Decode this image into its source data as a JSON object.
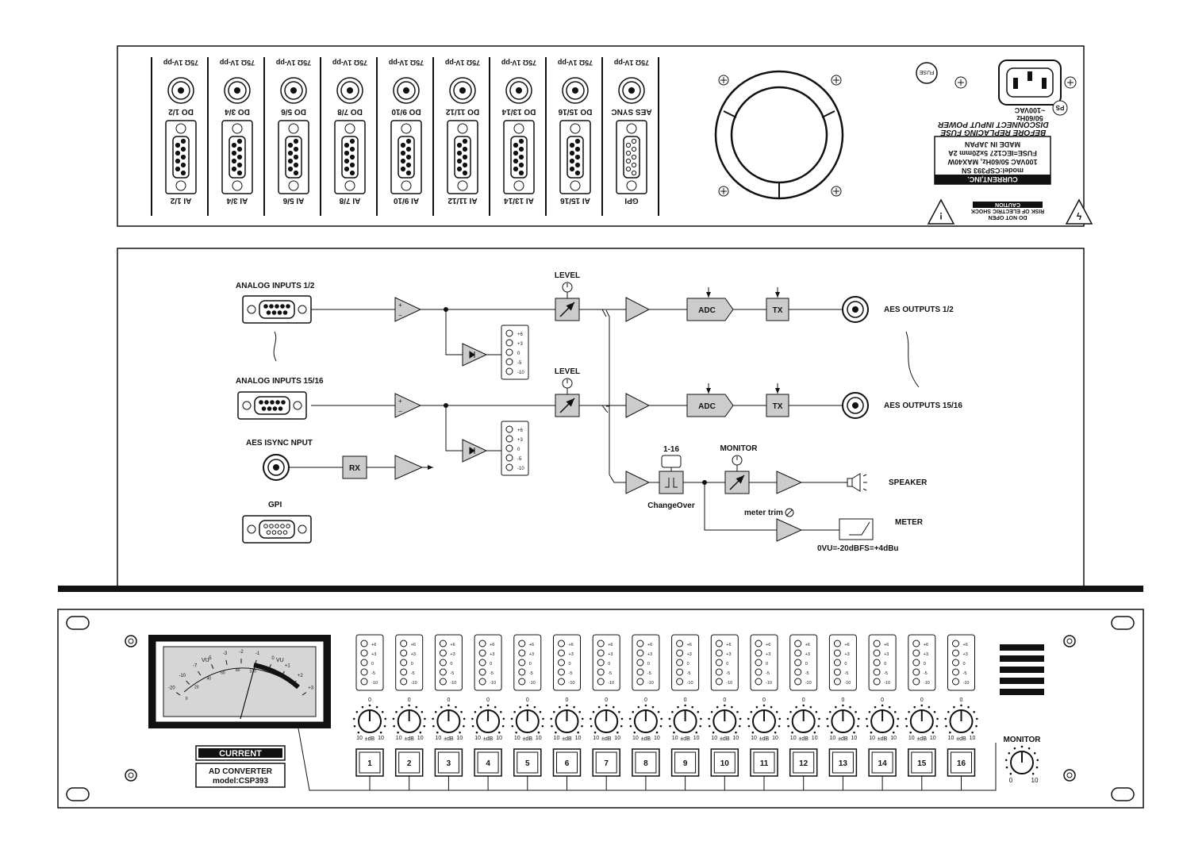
{
  "rear_panel": {
    "channels": [
      {
        "out_spec": "75Ω 1V-pp",
        "out_label": "DO 1/2",
        "in_label": "AI 1/2"
      },
      {
        "out_spec": "75Ω 1V-pp",
        "out_label": "DO 3/4",
        "in_label": "AI 3/4"
      },
      {
        "out_spec": "75Ω 1V-pp",
        "out_label": "DO 5/6",
        "in_label": "AI 5/6"
      },
      {
        "out_spec": "75Ω 1V-pp",
        "out_label": "DO 7/8",
        "in_label": "AI 7/8"
      },
      {
        "out_spec": "75Ω 1V-pp",
        "out_label": "DO 9/10",
        "in_label": "AI 9/10"
      },
      {
        "out_spec": "75Ω 1V-pp",
        "out_label": "DO 11/12",
        "in_label": "AI 11/12"
      },
      {
        "out_spec": "75Ω 1V-pp",
        "out_label": "DO 13/14",
        "in_label": "AI 13/14"
      },
      {
        "out_spec": "75Ω 1V-pp",
        "out_label": "DO 15/16",
        "in_label": "AI 15/16"
      },
      {
        "out_spec": "75Ω 1V-pp",
        "out_label": "AES SYNC",
        "in_label": "GPI"
      }
    ],
    "fuse_label": "FUSE",
    "power_spec": "~100VAC",
    "power_freq": "50/60Hz",
    "ps_label": "PS",
    "warning_line1": "DISCONNECT INPUT POWER",
    "warning_line2": "BEFORE REPLACING FUSE",
    "plate": {
      "made_in": "MADE IN JAPAN",
      "fuse": "FUSE=IEC127 5x20mm 2A",
      "power": "100VAC 50/60Hz, MAX40W",
      "model": "model:CSP393 SN",
      "brand": "CURRENT,INC."
    },
    "caution_title": "CAUTION",
    "caution_line1": "RISK OF ELECTRIC SHOCK",
    "caution_line2": "DO NOT OPEN"
  },
  "block_diagram": {
    "analog_in_1": "ANALOG INPUTS 1/2",
    "analog_in_2": "ANALOG INPUTS 15/16",
    "aes_sync_in": "AES ISYNC NPUT",
    "gpi": "GPI",
    "level": "LEVEL",
    "adc": "ADC",
    "tx": "TX",
    "rx": "RX",
    "aes_out_1": "AES OUTPUTS 1/2",
    "aes_out_2": "AES OUTPUTS 15/16",
    "selector": "1-16",
    "changeover": "ChangeOver",
    "monitor": "MONITOR",
    "speaker": "SPEAKER",
    "meter_trim": "meter trim",
    "meter": "METER",
    "meter_ref": "0VU=-20dBFS=+4dBu",
    "led_scale": [
      "+6",
      "+3",
      "0",
      "-5",
      "-10"
    ]
  },
  "front_panel": {
    "vu_scale_top": [
      "-20",
      "-10",
      "-7",
      "-5",
      "-3",
      "-2",
      "-1",
      "0",
      "+1",
      "+2",
      "+3"
    ],
    "vu_scale_bottom": [
      "0",
      "20",
      "40",
      "60",
      "80",
      "100"
    ],
    "vu_label_left": "VU",
    "vu_label_right": "VU",
    "brand": "CURRENT",
    "product": "AD CONVERTER",
    "model": "model:CSP393",
    "led_scale": [
      "+6",
      "+3",
      "0",
      "-5",
      "-10"
    ],
    "knob_top": "0",
    "knob_left": "10",
    "knob_mid": "±dB",
    "knob_right": "10",
    "channels": [
      "1",
      "2",
      "3",
      "4",
      "5",
      "6",
      "7",
      "8",
      "9",
      "10",
      "11",
      "12",
      "13",
      "14",
      "15",
      "16"
    ],
    "monitor_label": "MONITOR",
    "monitor_min": "0",
    "monitor_max": "10"
  }
}
